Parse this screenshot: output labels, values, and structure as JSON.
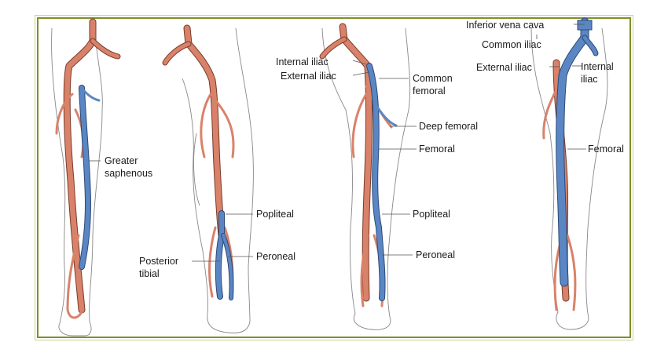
{
  "colors": {
    "frame": "#7f8f2a",
    "artery": "#d9826a",
    "vein": "#5b86c4",
    "outline": "#888888"
  },
  "labels": {
    "greater_saphenous": [
      "Greater",
      "saphenous"
    ],
    "popliteal_2": "Popliteal",
    "peroneal_2": "Peroneal",
    "posterior_tibial": [
      "Posterior",
      "tibial"
    ],
    "internal_iliac_3": "Internal iliac",
    "external_iliac_3": "External iliac",
    "common_femoral": [
      "Common",
      "femoral"
    ],
    "deep_femoral": "Deep femoral",
    "femoral_3": "Femoral",
    "popliteal_3": "Popliteal",
    "peroneal_3": "Peroneal",
    "inferior_vena_cava": "Inferior vena cava",
    "common_iliac": "Common iliac",
    "external_iliac_4": "External iliac",
    "internal_iliac_4": [
      "Internal",
      "iliac"
    ],
    "femoral_4": "Femoral"
  }
}
